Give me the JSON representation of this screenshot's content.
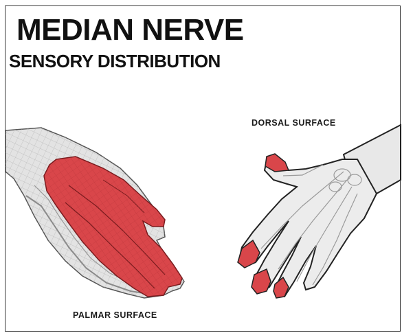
{
  "figure": {
    "title": "MEDIAN NERVE",
    "subtitle": "SENSORY DISTRIBUTION",
    "labels": {
      "dorsal": "DORSAL SURFACE",
      "palmar": "PALMAR SURFACE"
    },
    "colors": {
      "sensory_area": "#d9464a",
      "skin": "#e6e6e6",
      "bone": "#f4f4f4",
      "outline": "#222222"
    },
    "icons": {
      "palmar_hand": "palmar-hand-icon",
      "dorsal_hand": "dorsal-hand-icon"
    }
  }
}
